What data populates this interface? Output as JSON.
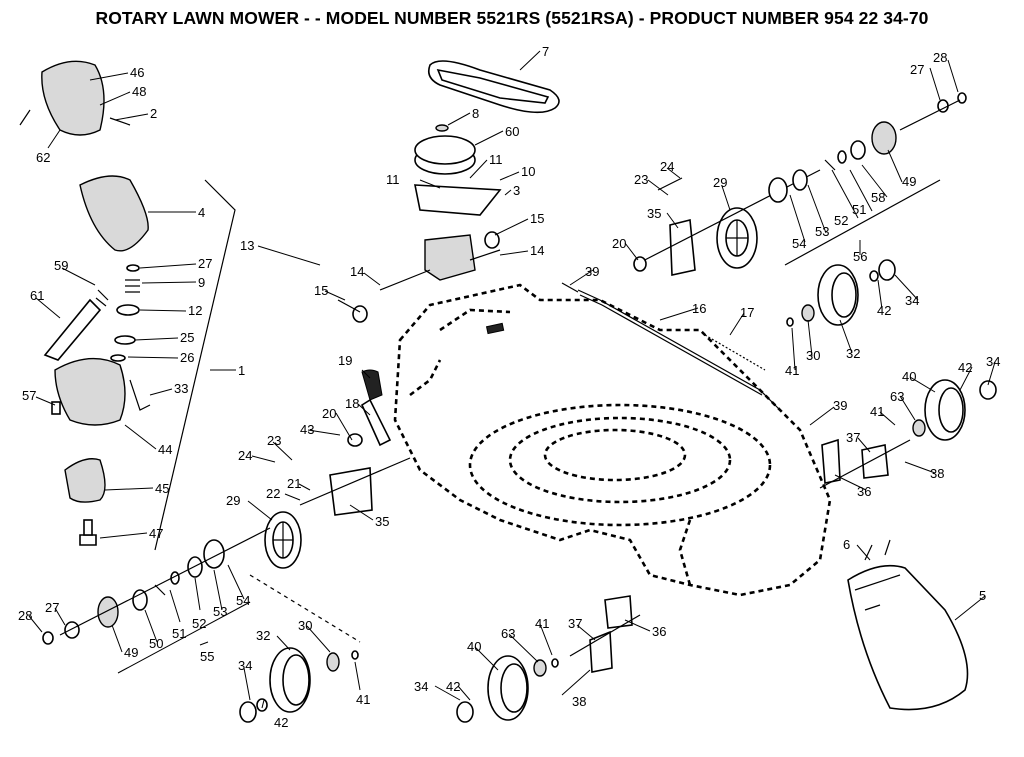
{
  "title": "ROTARY LAWN MOWER - - MODEL NUMBER 5521RS (5521RSA) - PRODUCT NUMBER 954 22 34-70",
  "callouts": [
    "46",
    "48",
    "2",
    "62",
    "4",
    "27",
    "9",
    "59",
    "61",
    "12",
    "25",
    "26",
    "1",
    "57",
    "33",
    "44",
    "45",
    "47",
    "7",
    "8",
    "60",
    "11",
    "11",
    "10",
    "3",
    "15",
    "13",
    "14",
    "14",
    "15",
    "19",
    "18",
    "20",
    "43",
    "23",
    "24",
    "22",
    "21",
    "35",
    "29",
    "28",
    "27",
    "49",
    "50",
    "51",
    "52",
    "53",
    "54",
    "55",
    "32",
    "30",
    "41",
    "34",
    "42",
    "24",
    "23",
    "29",
    "35",
    "20",
    "39",
    "16",
    "17",
    "28",
    "27",
    "49",
    "58",
    "51",
    "52",
    "53",
    "54",
    "56",
    "42",
    "34",
    "32",
    "30",
    "41",
    "42",
    "34",
    "40",
    "63",
    "41",
    "39",
    "37",
    "38",
    "36",
    "6",
    "5",
    "40",
    "63",
    "41",
    "37",
    "36",
    "38",
    "34",
    "42"
  ]
}
